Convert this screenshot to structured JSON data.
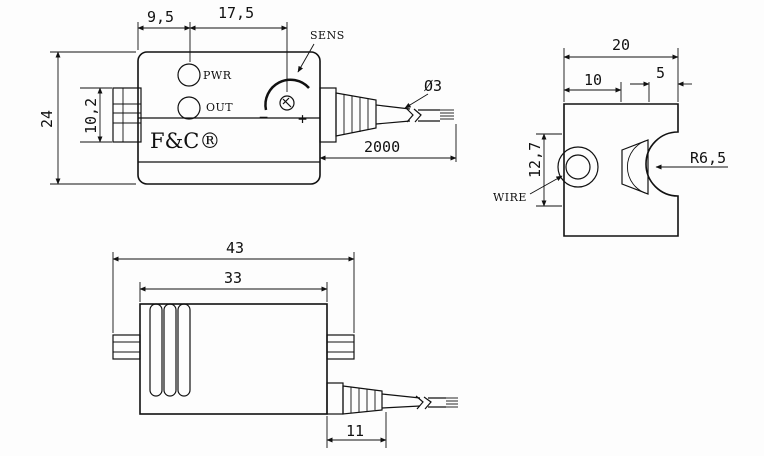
{
  "labels": {
    "sens": "SENS",
    "pwr": "PWR",
    "out": "OUT",
    "brand": "F&C®",
    "minus": "−",
    "plus": "+",
    "wire": "WIRE"
  },
  "dimensions": {
    "d_9_5": "9,5",
    "d_17_5": "17,5",
    "d_24": "24",
    "d_10_2": "10,2",
    "d_phi3": "Ø3",
    "d_2000": "2000",
    "d_20": "20",
    "d_10": "10",
    "d_5": "5",
    "d_12_7": "12,7",
    "d_r6_5": "R6,5",
    "d_43": "43",
    "d_33": "33",
    "d_11": "11"
  }
}
